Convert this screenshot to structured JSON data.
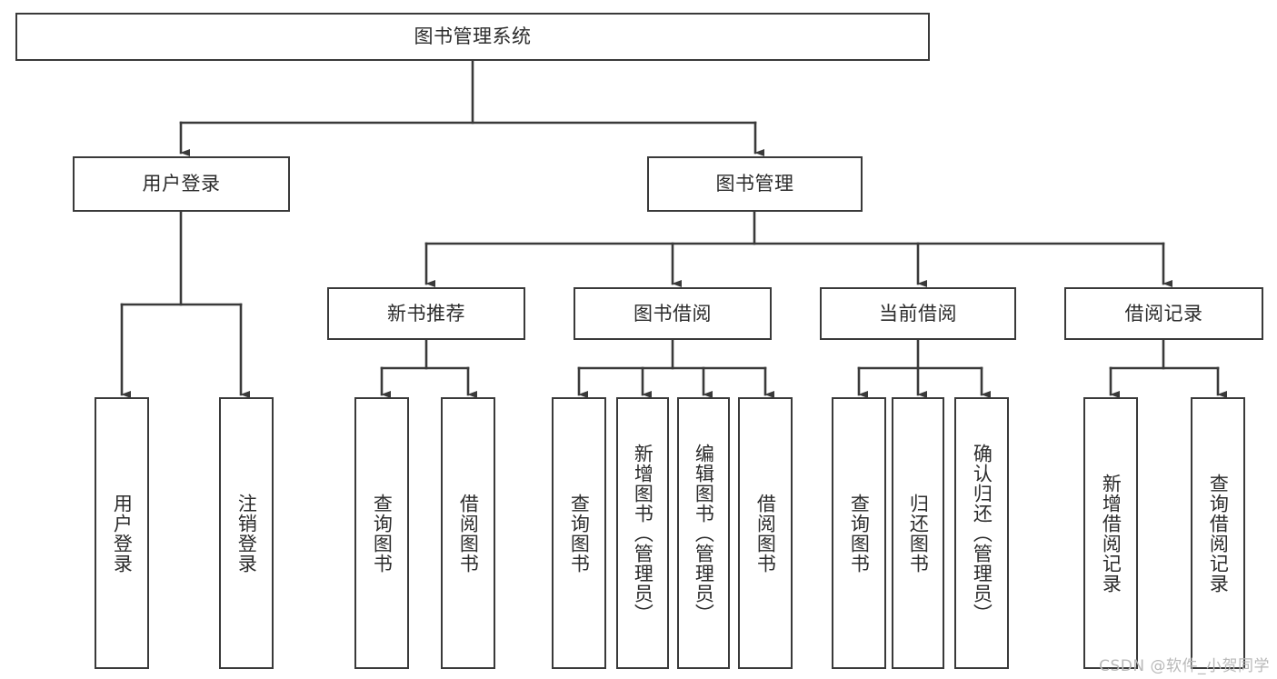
{
  "diagram": {
    "title": "图书管理系统",
    "type": "hierarchy-tree",
    "watermark": "CSDN @软件_小贺同学",
    "line_color": "#3a3a3a",
    "box_fill": "#ffffff",
    "text_color": "#2b2b2b",
    "root": {
      "id": "root",
      "label": "图书管理系统"
    },
    "level2": [
      {
        "id": "user-login",
        "label": "用户登录"
      },
      {
        "id": "book-manage",
        "label": "图书管理"
      }
    ],
    "level3": [
      {
        "id": "new-book-recommend",
        "label": "新书推荐",
        "parent": "book-manage"
      },
      {
        "id": "book-borrow",
        "label": "图书借阅",
        "parent": "book-manage"
      },
      {
        "id": "current-borrow",
        "label": "当前借阅",
        "parent": "book-manage"
      },
      {
        "id": "borrow-record",
        "label": "借阅记录",
        "parent": "book-manage"
      }
    ],
    "leaves": {
      "user_login": [
        {
          "id": "leaf-user-login",
          "label": "用户登录"
        },
        {
          "id": "leaf-logout",
          "label": "注销登录"
        }
      ],
      "new_book_recommend": [
        {
          "id": "leaf-query-book-1",
          "label": "查询图书"
        },
        {
          "id": "leaf-borrow-book-1",
          "label": "借阅图书"
        }
      ],
      "book_borrow": [
        {
          "id": "leaf-query-book-2",
          "label": "查询图书"
        },
        {
          "id": "leaf-add-book",
          "label": "新增图书（管理员）"
        },
        {
          "id": "leaf-edit-book",
          "label": "编辑图书（管理员）"
        },
        {
          "id": "leaf-borrow-book-2",
          "label": "借阅图书"
        }
      ],
      "current_borrow": [
        {
          "id": "leaf-query-book-3",
          "label": "查询图书"
        },
        {
          "id": "leaf-return-book",
          "label": "归还图书"
        },
        {
          "id": "leaf-confirm-return",
          "label": "确认归还（管理员）"
        }
      ],
      "borrow_record": [
        {
          "id": "leaf-add-record",
          "label": "新增借阅记录"
        },
        {
          "id": "leaf-query-record",
          "label": "查询借阅记录"
        }
      ]
    }
  }
}
